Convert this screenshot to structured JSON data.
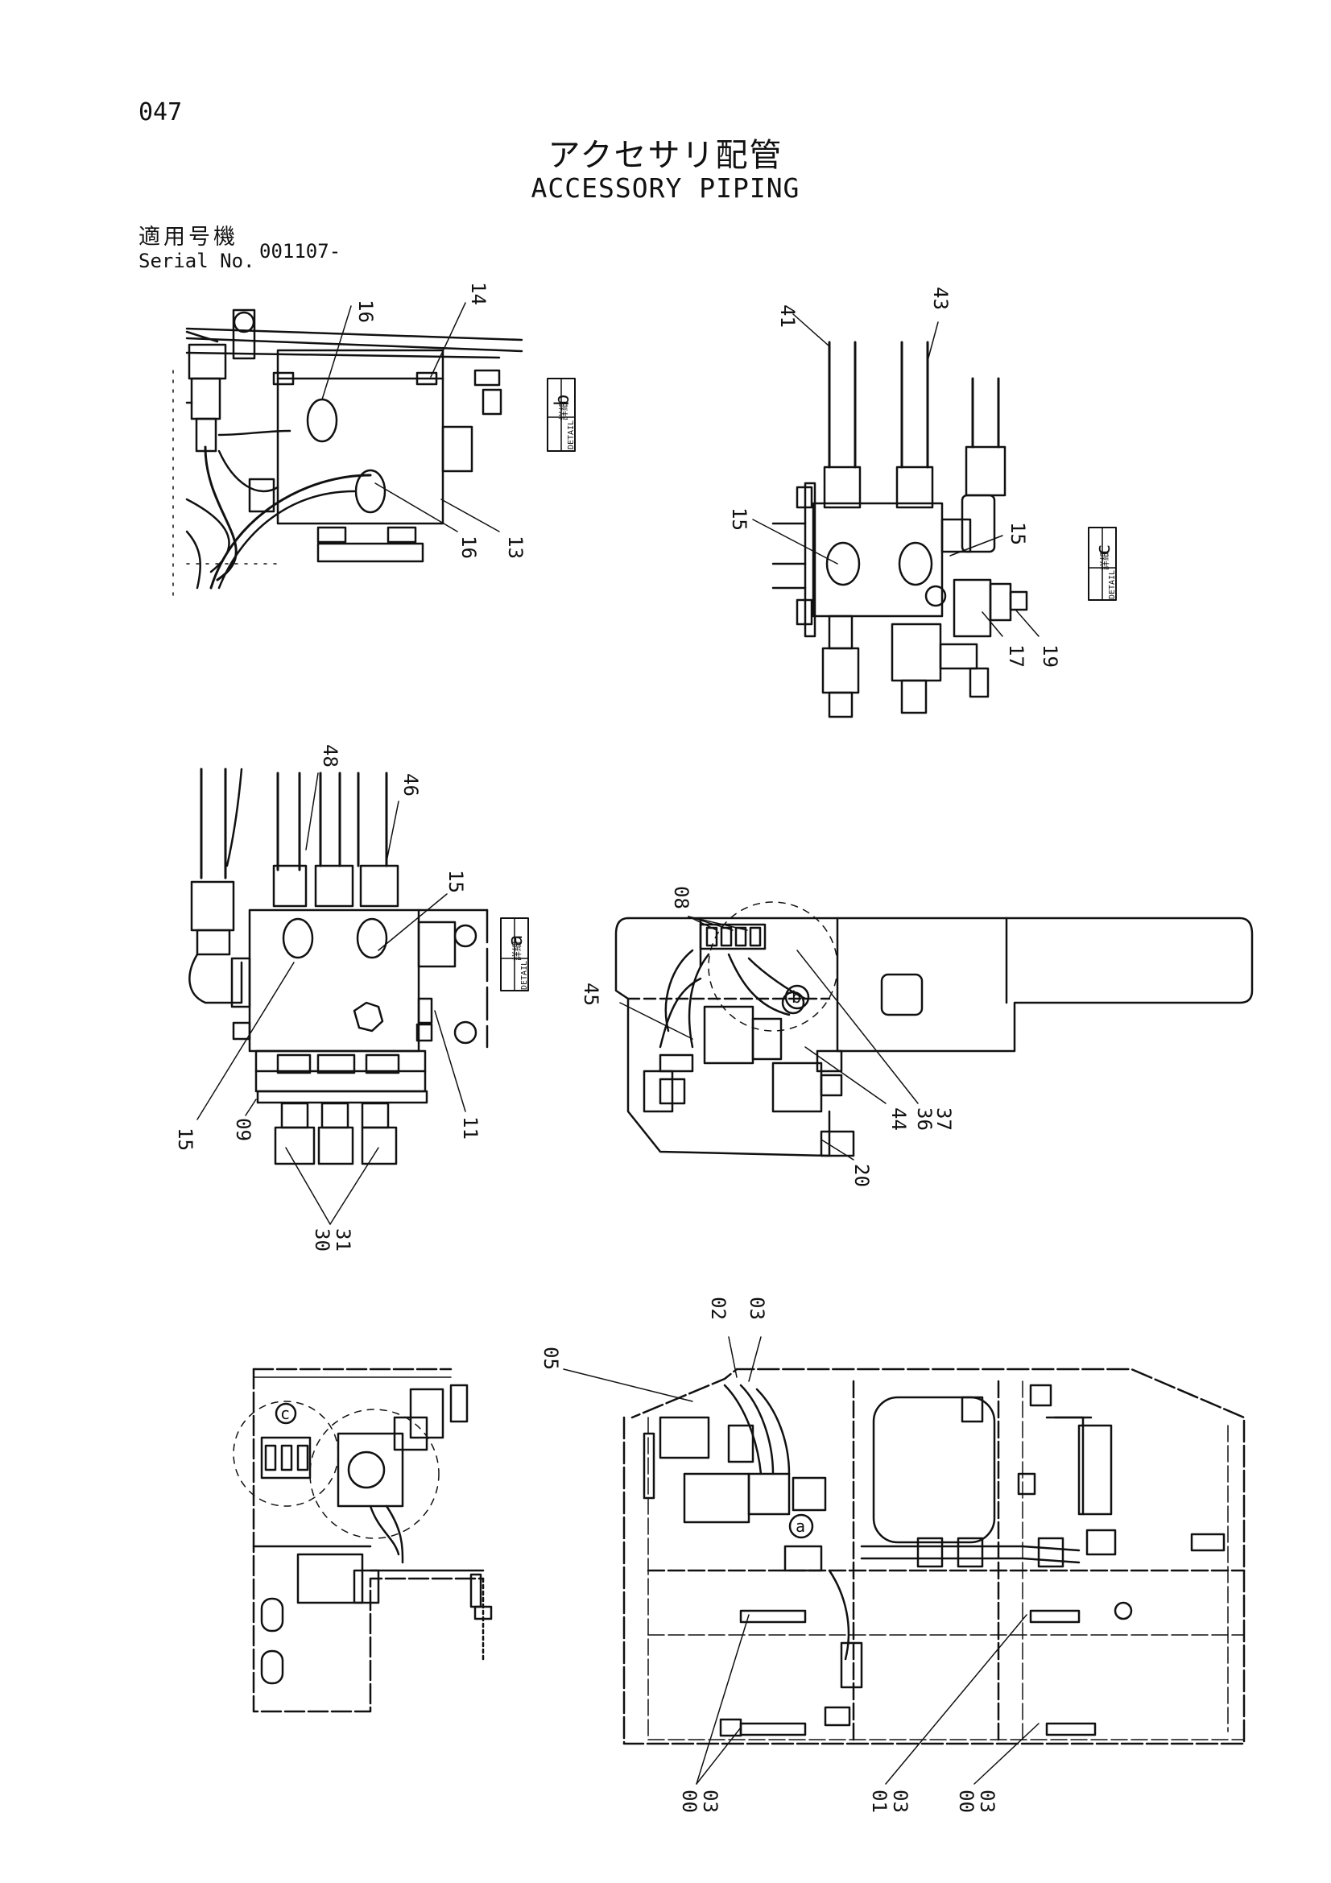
{
  "page": {
    "number": "047",
    "title_jp": "アクセサリ配管",
    "title_en": "ACCESSORY PIPING",
    "serial_label_jp": "適用号機",
    "serial_label_en": "Serial No.",
    "serial_value": "001107-"
  },
  "detail_tags": {
    "b": {
      "jp": "詳細",
      "en": "DETAIL",
      "letter": "b"
    },
    "c": {
      "jp": "詳細",
      "en": "DETAIL",
      "letter": "c"
    },
    "a": {
      "jp": "詳細",
      "en": "DETAIL",
      "letter": "a"
    }
  },
  "callouts": {
    "b_16_top": "16",
    "b_14": "14",
    "b_16_bot": "16",
    "b_13": "13",
    "c_41": "41",
    "c_43": "43",
    "c_15_left": "15",
    "c_15_right": "15",
    "c_17": "17",
    "c_19": "19",
    "a_48": "48",
    "a_46": "46",
    "a_15_top": "15",
    "a_15_bot": "15",
    "a_09": "09",
    "a_11": "11",
    "a_30": "30",
    "a_31": "31",
    "m_08": "08",
    "m_45": "45",
    "m_b": "b",
    "m_44": "44",
    "m_36": "36",
    "m_37": "37",
    "m_20": "20",
    "l_c": "c",
    "r_05": "05",
    "r_02": "02",
    "r_03": "03",
    "r_a": "a",
    "r_00a": "00",
    "r_03a": "03",
    "r_01": "01",
    "r_03b": "03",
    "r_00b": "00",
    "r_03c": "03"
  }
}
